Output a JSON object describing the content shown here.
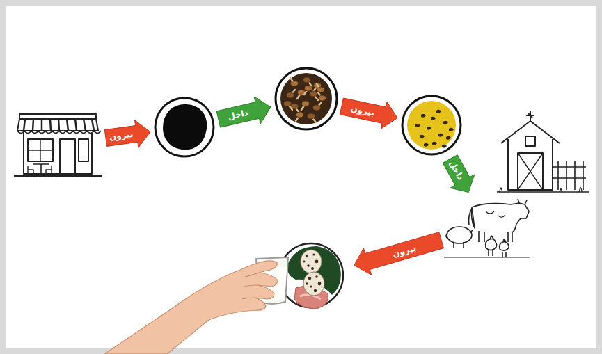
{
  "diagram": {
    "nodes": [
      {
        "text": []
      },
      {
        "text": []
      },
      {
        "text": []
      },
      {
        "text": []
      },
      {
        "text": []
      },
      {
        "text": []
      }
    ],
    "edges": [
      {
        "from": 0,
        "to": 1,
        "arrow": "to",
        "label": "بیرون"
      },
      {
        "from": 1,
        "to": 2,
        "arrow": "to",
        "label": "داخل"
      },
      {
        "from": 2,
        "to": 3,
        "arrow": "to",
        "label": "بیرون"
      },
      {
        "from": 3,
        "to": 4,
        "arrow": "to",
        "label": "داخل"
      },
      {
        "from": 4,
        "to": 5,
        "arrow": "to",
        "label": "بیرون"
      }
    ]
  }
}
